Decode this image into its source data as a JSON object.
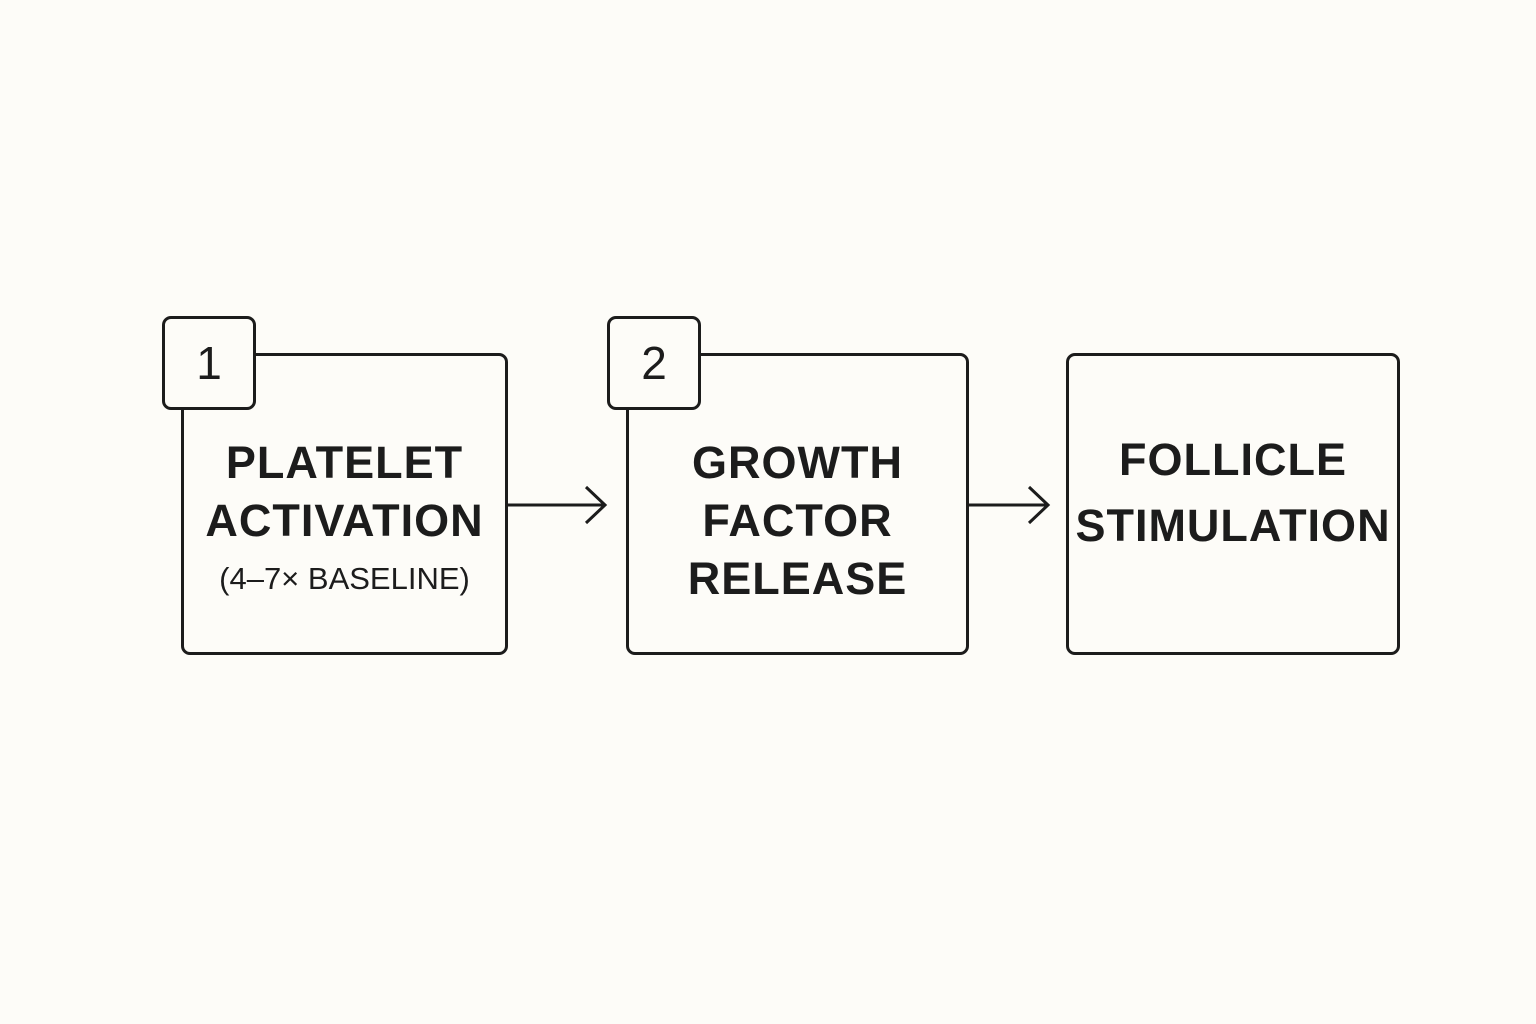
{
  "steps": [
    {
      "badge": "1",
      "title_lines": [
        "PLATELET",
        "ACTIVATION"
      ],
      "note": "(4–7× BASELINE)"
    },
    {
      "badge": "2",
      "title_lines": [
        "GROWTH",
        "FACTOR",
        "RELEASE"
      ]
    },
    {
      "title_lines": [
        "FOLLICLE",
        "STIMULATION"
      ]
    }
  ],
  "colors": {
    "background": "#fdfcf8",
    "stroke": "#1c1c1c"
  },
  "icons": {
    "connector": "right-arrow-icon"
  }
}
